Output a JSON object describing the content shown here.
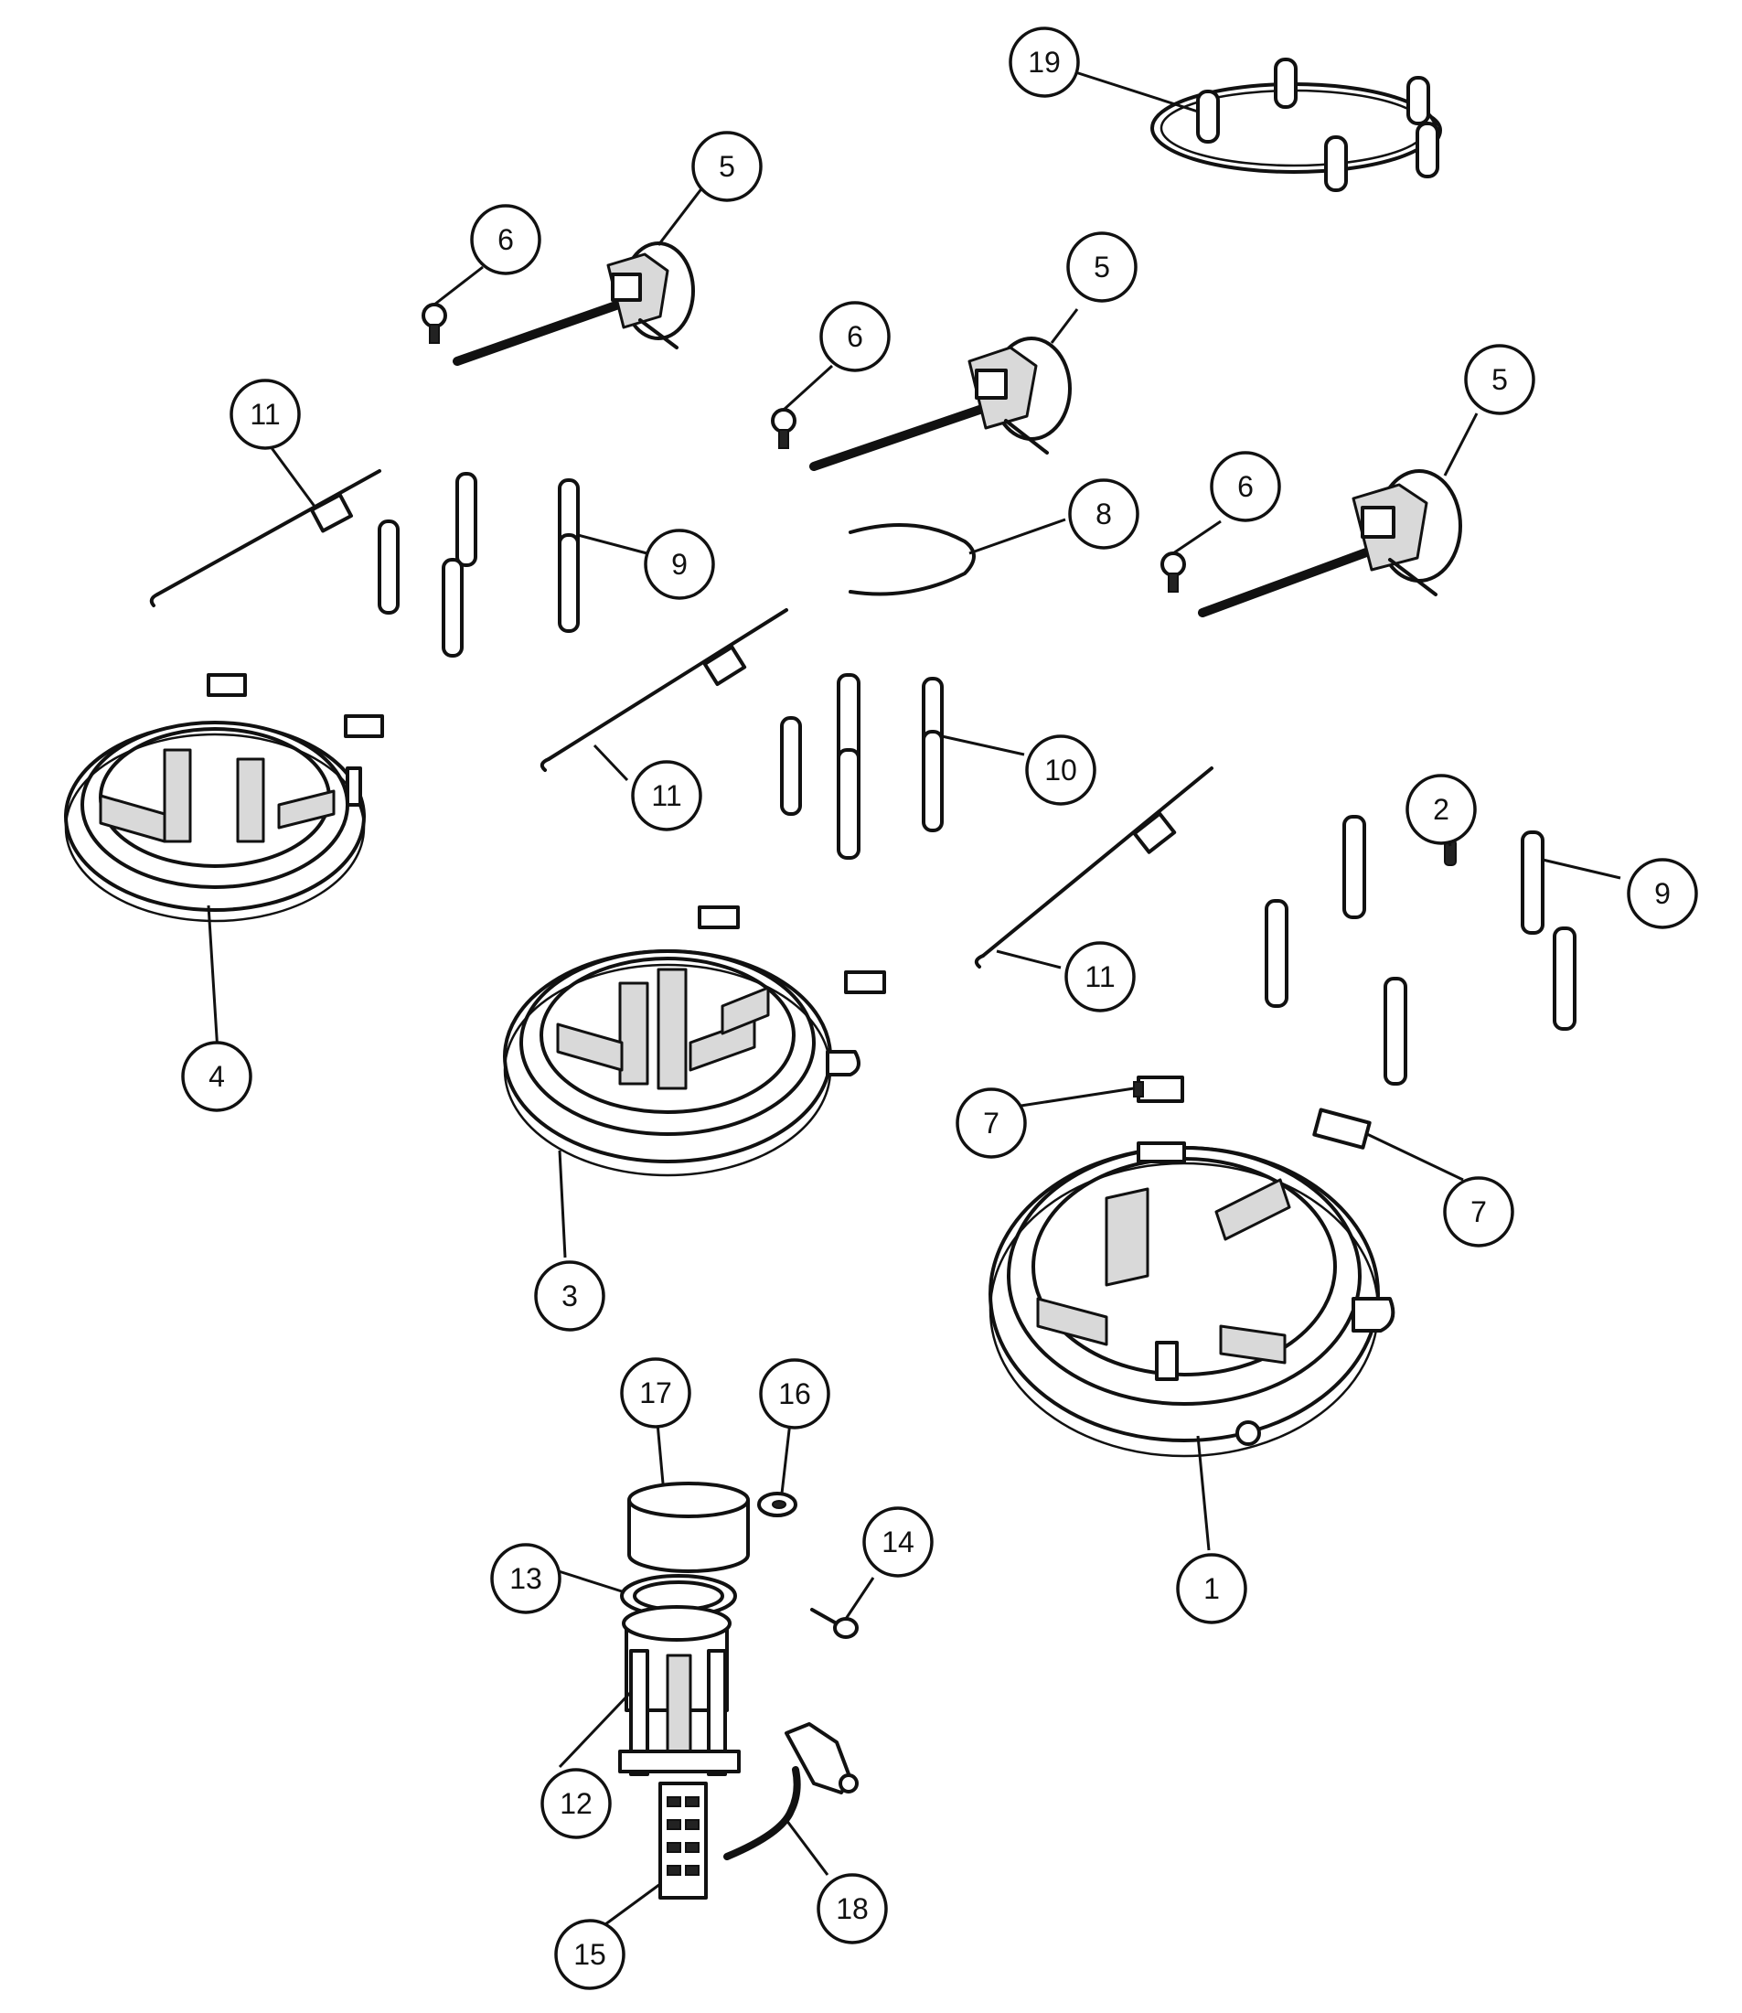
{
  "callouts": [
    {
      "id": "c19",
      "label": "19"
    },
    {
      "id": "c5a",
      "label": "5"
    },
    {
      "id": "c6a",
      "label": "6"
    },
    {
      "id": "c5b",
      "label": "5"
    },
    {
      "id": "c6b",
      "label": "6"
    },
    {
      "id": "c5c",
      "label": "5"
    },
    {
      "id": "c6c",
      "label": "6"
    },
    {
      "id": "c11a",
      "label": "11"
    },
    {
      "id": "c9a",
      "label": "9"
    },
    {
      "id": "c8",
      "label": "8"
    },
    {
      "id": "c11b",
      "label": "11"
    },
    {
      "id": "c10",
      "label": "10"
    },
    {
      "id": "c2",
      "label": "2"
    },
    {
      "id": "c9b",
      "label": "9"
    },
    {
      "id": "c11c",
      "label": "11"
    },
    {
      "id": "c4",
      "label": "4"
    },
    {
      "id": "c7a",
      "label": "7"
    },
    {
      "id": "c7b",
      "label": "7"
    },
    {
      "id": "c3",
      "label": "3"
    },
    {
      "id": "c17",
      "label": "17"
    },
    {
      "id": "c16",
      "label": "16"
    },
    {
      "id": "c14",
      "label": "14"
    },
    {
      "id": "c13",
      "label": "13"
    },
    {
      "id": "c1",
      "label": "1"
    },
    {
      "id": "c12",
      "label": "12"
    },
    {
      "id": "c18",
      "label": "18"
    },
    {
      "id": "c15",
      "label": "15"
    }
  ]
}
